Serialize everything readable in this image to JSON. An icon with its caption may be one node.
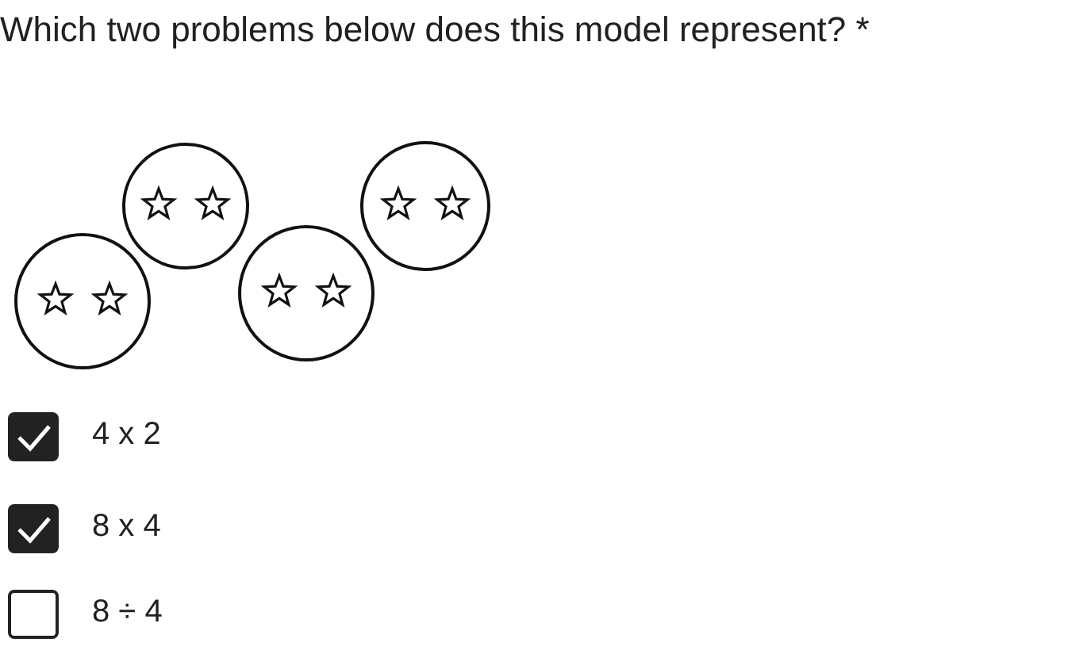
{
  "diagram": {
    "title": "Which two problems below does this model represent? *",
    "labels": [
      "4 x 2",
      "8 x 4",
      "8 ÷ 4"
    ]
  }
}
